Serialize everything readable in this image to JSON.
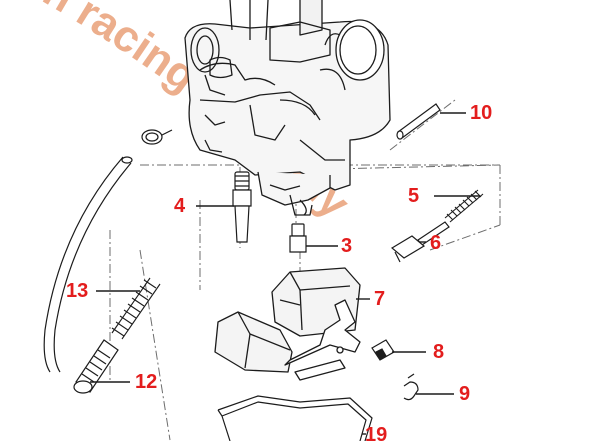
{
  "colors": {
    "callout": "#e31d1d",
    "line": "#1c1c1c",
    "watermark": "#e9a179"
  },
  "watermark": {
    "text": "n racing germany"
  },
  "callouts": {
    "c3": "3",
    "c4": "4",
    "c5": "5",
    "c6": "6",
    "c7": "7",
    "c8": "8",
    "c9": "9",
    "c10": "10",
    "c12": "12",
    "c13": "13",
    "c19": "19"
  },
  "parts": {
    "3": "brass-jet",
    "4": "needle-jet",
    "5": "pilot-screw-spring",
    "6": "pilot-screw",
    "7": "float",
    "8": "needle-valve",
    "9": "float-pin-clip",
    "10": "pin",
    "12": "adjusting-screw",
    "13": "spring",
    "19": "float-bowl-gasket"
  }
}
